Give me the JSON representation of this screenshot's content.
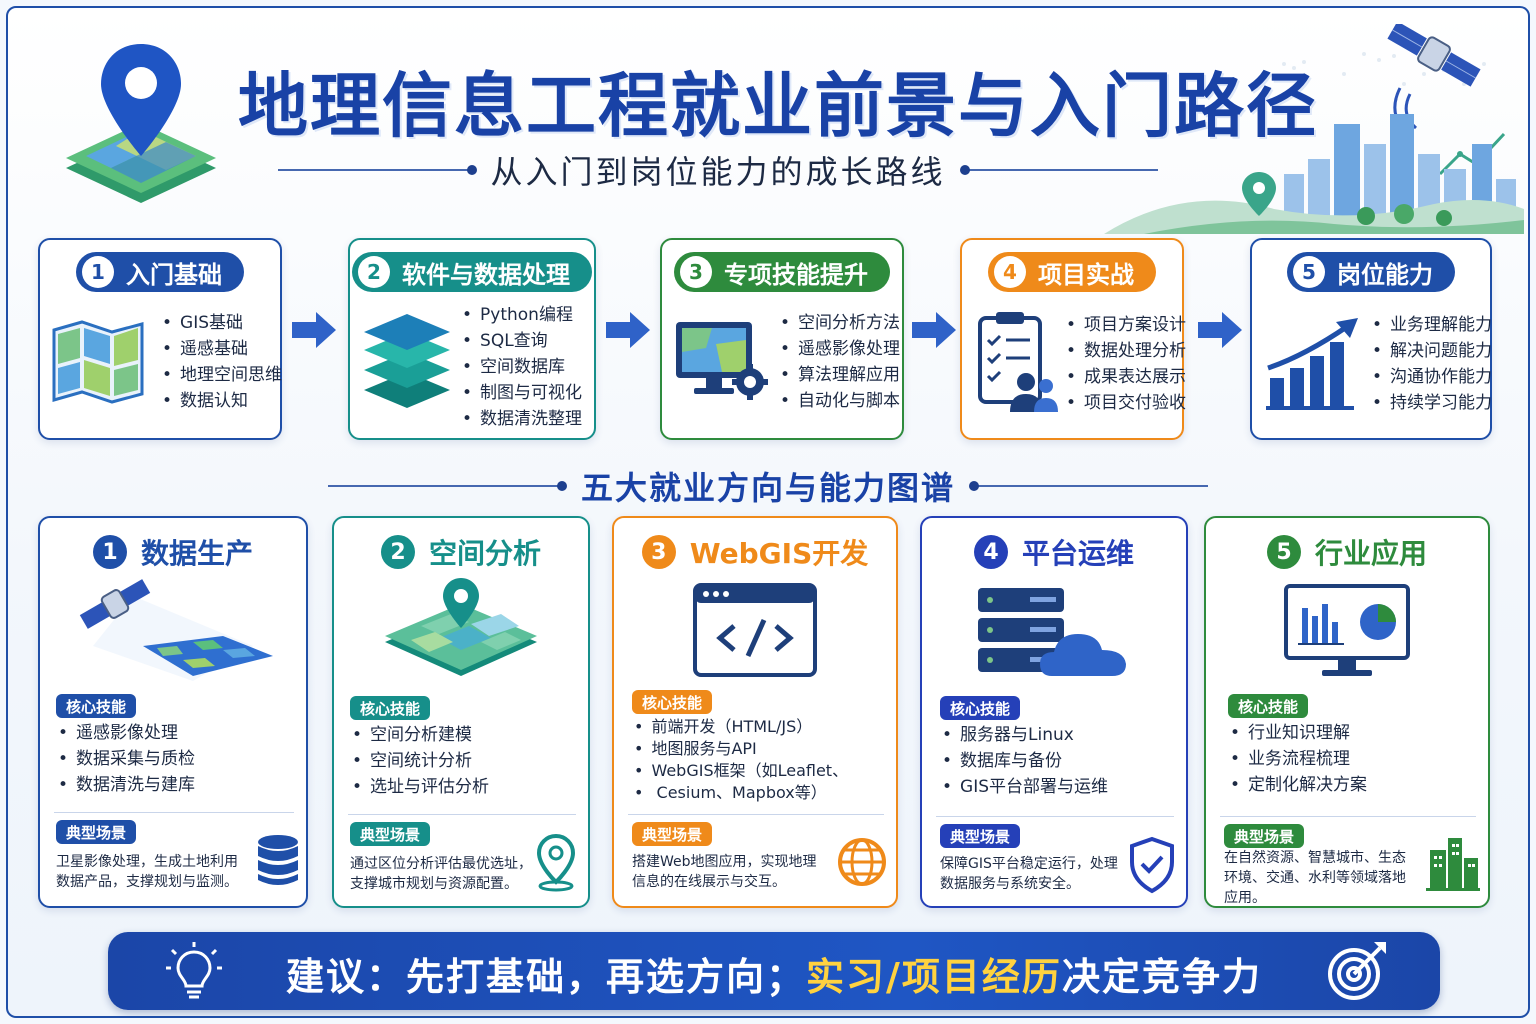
{
  "header": {
    "title": "地理信息工程就业前景与入门路径",
    "subtitle": "从入门到岗位能力的成长路线"
  },
  "steps": [
    {
      "num": "1",
      "title": "入门基础",
      "color": "#1f4fa8",
      "icon": "map-icon",
      "items": [
        "GIS基础",
        "遥感基础",
        "地理空间思维",
        "数据认知"
      ]
    },
    {
      "num": "2",
      "title": "软件与数据处理",
      "color": "#168f8a",
      "icon": "layers-icon",
      "items": [
        "Python编程",
        "SQL查询",
        "空间数据库",
        "制图与可视化",
        "数据清洗整理"
      ]
    },
    {
      "num": "3",
      "title": "专项技能提升",
      "color": "#2e8b3d",
      "icon": "monitor-gear-icon",
      "items": [
        "空间分析方法",
        "遥感影像处理",
        "算法理解应用",
        "自动化与脚本"
      ]
    },
    {
      "num": "4",
      "title": "项目实战",
      "color": "#ef8a1a",
      "icon": "checklist-team-icon",
      "items": [
        "项目方案设计",
        "数据处理分析",
        "成果表达展示",
        "项目交付验收"
      ]
    },
    {
      "num": "5",
      "title": "岗位能力",
      "color": "#1f4fa8",
      "icon": "growth-chart-icon",
      "items": [
        "业务理解能力",
        "解决问题能力",
        "沟通协作能力",
        "持续学习能力"
      ]
    }
  ],
  "directions_title": "五大就业方向与能力图谱",
  "skills_tag": "核心技能",
  "scene_tag": "典型场景",
  "directions": [
    {
      "num": "1",
      "title": "数据生产",
      "color": "#1f4fa8",
      "icon": "satellite-icon",
      "scene_icon": "database-icon",
      "skills": [
        "遥感影像处理",
        "数据采集与质检",
        "数据清洗与建库"
      ],
      "scene": [
        "卫星影像处理，生成土地利用",
        "数据产品，支撑规划与监测。"
      ]
    },
    {
      "num": "2",
      "title": "空间分析",
      "color": "#168f8a",
      "icon": "map-pin-grid-icon",
      "scene_icon": "location-pin-icon",
      "skills": [
        "空间分析建模",
        "空间统计分析",
        "选址与评估分析"
      ],
      "scene": [
        "通过区位分析评估最优选址，",
        "支撑城市规划与资源配置。"
      ]
    },
    {
      "num": "3",
      "title": "WebGIS开发",
      "color": "#ef8a1a",
      "icon": "code-window-icon",
      "scene_icon": "globe-icon",
      "skills": [
        "前端开发（HTML/JS）",
        "地图服务与API",
        "WebGIS框架（如Leaflet、",
        "  Cesium、Mapbox等）"
      ],
      "scene": [
        "搭建Web地图应用，实现地理",
        "信息的在线展示与交互。"
      ]
    },
    {
      "num": "4",
      "title": "平台运维",
      "color": "#2540b8",
      "icon": "server-cloud-icon",
      "scene_icon": "shield-check-icon",
      "skills": [
        "服务器与Linux",
        "数据库与备份",
        "GIS平台部署与运维"
      ],
      "scene": [
        "保障GIS平台稳定运行，处理",
        "数据服务与系统安全。"
      ]
    },
    {
      "num": "5",
      "title": "行业应用",
      "color": "#2e8b3d",
      "icon": "dashboard-monitor-icon",
      "scene_icon": "building-icon",
      "skills": [
        "行业知识理解",
        "业务流程梳理",
        "定制化解决方案"
      ],
      "scene": [
        "在自然资源、智慧城市、生态",
        "环境、交通、水利等领域落地",
        "应用。"
      ]
    }
  ],
  "banner": {
    "prefix": "建议：先打基础，再选方向；",
    "highlight": "实习/项目经历",
    "suffix": "决定竞争力"
  }
}
